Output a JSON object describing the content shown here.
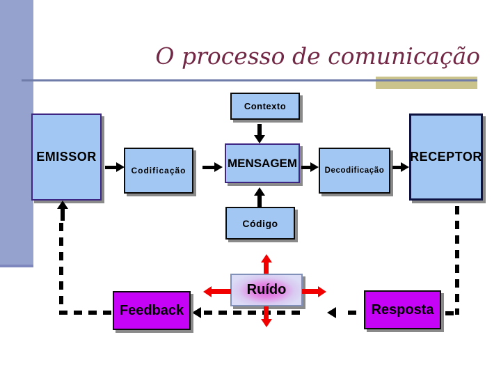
{
  "slide": {
    "title": "O processo de comunicação"
  },
  "nodes": {
    "contexto": "Contexto",
    "emissor": "EMISSOR",
    "codificacao": "Codificação",
    "mensagem": "MENSAGEM",
    "decodificacao": "Decodificação",
    "receptor": "RECEPTOR",
    "codigo": "Código",
    "ruido": "Ruído",
    "feedback": "Feedback",
    "resposta": "Resposta"
  },
  "colors": {
    "title_text": "#722845",
    "accent_bar": "#95A2CE",
    "accent_bar_edge": "#7F88BE",
    "rule_line": "#6F7BA8",
    "rule_highlight": "#CBC38C",
    "node_blue_fill": "#A2C7F2",
    "node_border_dark": "#0A0A0A",
    "node_border_purple": "#3D2683",
    "node_border_navy": "#0D1240",
    "node_border_slate": "#8090B8",
    "noise_center": "#D95FD9",
    "magenta_fill": "#C603F7",
    "arrow_black": "#000000",
    "arrow_red": "#F20000",
    "shadow": "#8A8A8A"
  }
}
